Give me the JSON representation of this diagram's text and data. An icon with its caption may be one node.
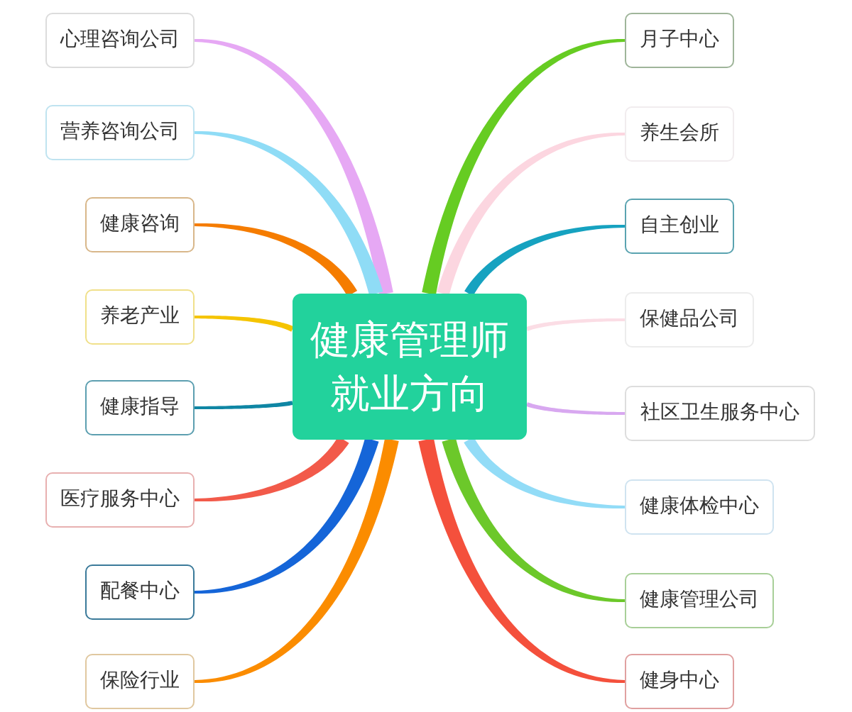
{
  "diagram": {
    "nodes": [
      {
        "text": [
          "健康管理师就业方向"
        ]
      },
      {
        "text": [
          "心理咨询公司"
        ]
      },
      {
        "text": [
          "营养咨询公司"
        ]
      },
      {
        "text": [
          "健康咨询"
        ]
      },
      {
        "text": [
          "养老产业"
        ]
      },
      {
        "text": [
          "健康指导"
        ]
      },
      {
        "text": [
          "医疗服务中心"
        ]
      },
      {
        "text": [
          "配餐中心"
        ]
      },
      {
        "text": [
          "保险行业"
        ]
      },
      {
        "text": [
          "月子中心"
        ]
      },
      {
        "text": [
          "养生会所"
        ]
      },
      {
        "text": [
          "自主创业"
        ]
      },
      {
        "text": [
          "保健品公司"
        ]
      },
      {
        "text": [
          "社区卫生服务中心"
        ]
      },
      {
        "text": [
          "健康体检中心"
        ]
      },
      {
        "text": [
          "健康管理公司"
        ]
      },
      {
        "text": [
          "健身中心"
        ]
      }
    ],
    "edges": [
      {
        "from": 0,
        "to": 1,
        "arrow": "none",
        "color": "#e6a8f4"
      },
      {
        "from": 0,
        "to": 2,
        "arrow": "none",
        "color": "#8fdcf6"
      },
      {
        "from": 0,
        "to": 3,
        "arrow": "none",
        "color": "#f57c00"
      },
      {
        "from": 0,
        "to": 4,
        "arrow": "none",
        "color": "#f5c400"
      },
      {
        "from": 0,
        "to": 5,
        "arrow": "none",
        "color": "#0f86a4"
      },
      {
        "from": 0,
        "to": 6,
        "arrow": "none",
        "color": "#f25a4a"
      },
      {
        "from": 0,
        "to": 7,
        "arrow": "none",
        "color": "#1565d8"
      },
      {
        "from": 0,
        "to": 8,
        "arrow": "none",
        "color": "#fb8c00"
      },
      {
        "from": 0,
        "to": 9,
        "arrow": "none",
        "color": "#66cc22"
      },
      {
        "from": 0,
        "to": 10,
        "arrow": "none",
        "color": "#fcd6e0"
      },
      {
        "from": 0,
        "to": 11,
        "arrow": "none",
        "color": "#16a2c0"
      },
      {
        "from": 0,
        "to": 12,
        "arrow": "none",
        "color": "#fbdde5"
      },
      {
        "from": 0,
        "to": 13,
        "arrow": "none",
        "color": "#d8a8f0"
      },
      {
        "from": 0,
        "to": 14,
        "arrow": "none",
        "color": "#92dcf7"
      },
      {
        "from": 0,
        "to": 15,
        "arrow": "none",
        "color": "#6cc82a"
      },
      {
        "from": 0,
        "to": 16,
        "arrow": "none",
        "color": "#f4503c"
      }
    ]
  }
}
